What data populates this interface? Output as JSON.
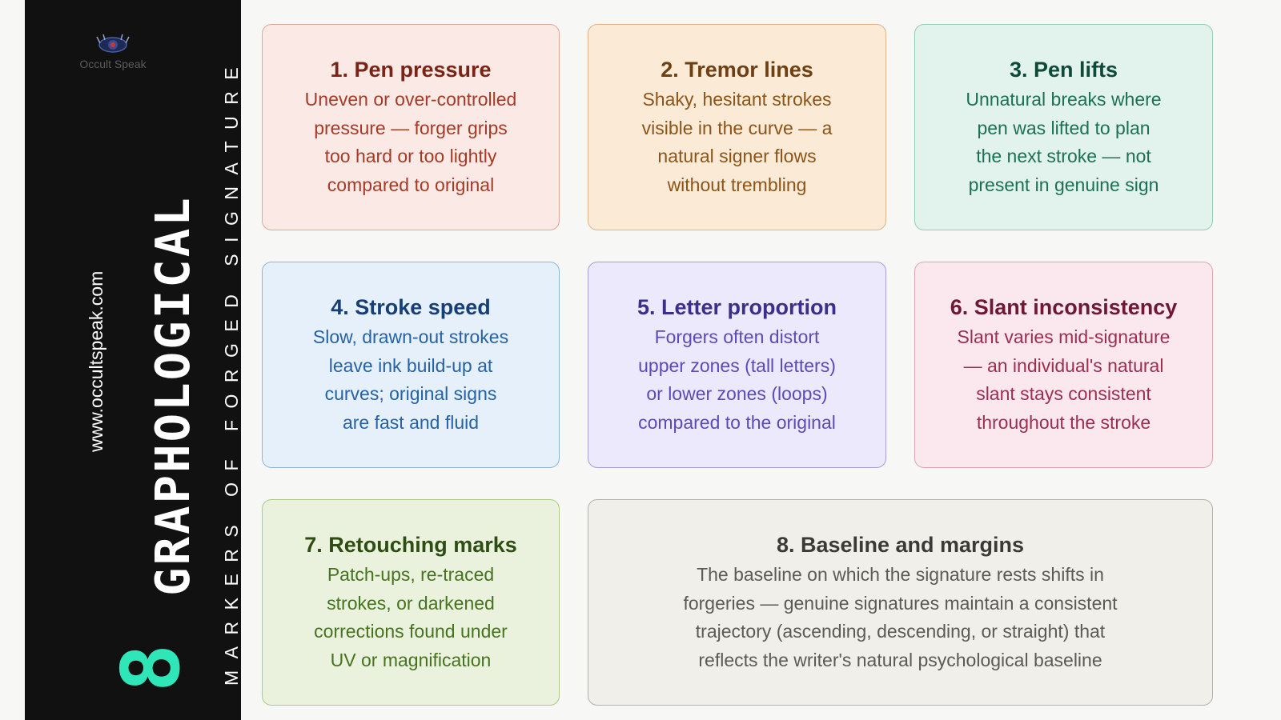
{
  "sidebar": {
    "logo_text": "Occult Speak",
    "url": "www.occultspeak.com",
    "number": "8",
    "title": "GRAPHOLOGICAL",
    "subtitle": "MARKERS OF FORGED SIGNATURE",
    "accent_color": "#2ee6b8"
  },
  "cards": [
    {
      "title": "1. Pen pressure",
      "lines": [
        "Uneven or over-controlled",
        "pressure — forger grips",
        "too hard or too lightly",
        "compared to original"
      ],
      "title_color": "#7a2417",
      "text_color": "#a63a26"
    },
    {
      "title": "2. Tremor lines",
      "lines": [
        "Shaky, hesitant strokes",
        "visible in the curve — a",
        "natural signer flows",
        "without trembling"
      ],
      "title_color": "#6e3f12",
      "text_color": "#8c5418"
    },
    {
      "title": "3. Pen lifts",
      "lines": [
        "Unnatural breaks where",
        "pen was lifted to plan",
        "the next stroke — not",
        "present in genuine sign"
      ],
      "title_color": "#0f4a38",
      "text_color": "#1c7152"
    },
    {
      "title": "4. Stroke speed",
      "lines": [
        "Slow, drawn-out strokes",
        "leave ink build-up at",
        "curves; original signs",
        "are fast and fluid"
      ],
      "title_color": "#173f75",
      "text_color": "#2562a6"
    },
    {
      "title": "5. Letter proportion",
      "lines": [
        "Forgers often distort",
        "upper zones (tall letters)",
        "or lower zones (loops)",
        "compared to the original"
      ],
      "title_color": "#3b2f8c",
      "text_color": "#5b4bb8"
    },
    {
      "title": "6. Slant inconsistency",
      "lines": [
        "Slant varies mid-signature",
        "— an individual's natural",
        "slant stays consistent",
        "throughout the stroke"
      ],
      "title_color": "#6f1836",
      "text_color": "#9c2e4f"
    },
    {
      "title": "7. Retouching marks",
      "lines": [
        "Patch-ups, re-traced",
        "strokes, or darkened",
        "corrections found under",
        "UV or magnification"
      ],
      "title_color": "#2f4c14",
      "text_color": "#46731e"
    },
    {
      "title": "8. Baseline and margins",
      "lines": [
        "The baseline on which the signature rests shifts in",
        "forgeries — genuine signatures maintain a consistent",
        "trajectory (ascending, descending, or straight) that",
        "reflects the writer's natural psychological baseline"
      ],
      "title_color": "#3b3a36",
      "text_color": "#5b5a55"
    }
  ]
}
